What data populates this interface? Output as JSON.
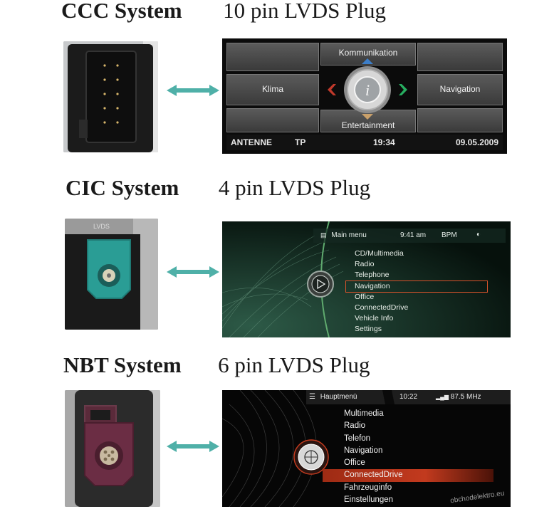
{
  "ccc": {
    "system": "CCC System",
    "plug": "10 pin LVDS Plug",
    "screen": {
      "top": "Kommunikation",
      "left": "Klima",
      "right": "Navigation",
      "bottom": "Entertainment",
      "status_left": "ANTENNE",
      "status_tp": "TP",
      "time": "19:34",
      "date": "09.05.2009"
    }
  },
  "cic": {
    "system": "CIC System",
    "plug": "4 pin LVDS Plug",
    "plug_label": "LVDS",
    "screen": {
      "header": "Main menu",
      "time": "9:41 am",
      "station": "BPM",
      "items": [
        "CD/Multimedia",
        "Radio",
        "Telephone",
        "Navigation",
        "Office",
        "ConnectedDrive",
        "Vehicle Info",
        "Settings"
      ],
      "selected_index": 3
    }
  },
  "nbt": {
    "system": "NBT System",
    "plug": "6 pin LVDS Plug",
    "screen": {
      "header": "Hauptmenü",
      "time": "10:22",
      "freq": "87.5 MHz",
      "items": [
        "Multimedia",
        "Radio",
        "Telefon",
        "Navigation",
        "Office",
        "ConnectedDrive",
        "Fahrzeuginfo",
        "Einstellungen"
      ],
      "selected_index": 5
    }
  },
  "watermark": "obchodelektro.eu",
  "colors": {
    "arrow": "#4fb0a8",
    "cic_highlight": "#d9532b",
    "nbt_highlight": "#c23a1e",
    "ccc_arrow_blue": "#3d7ec8",
    "ccc_arrow_red": "#c0392b",
    "ccc_arrow_green": "#27ae60"
  }
}
